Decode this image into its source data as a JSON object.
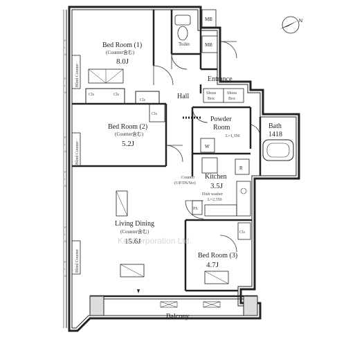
{
  "rooms": {
    "bed1": {
      "name": "Bed Room (1)",
      "note": "(Counter含む)",
      "size": "8.0J"
    },
    "bed2": {
      "name": "Bed Room (2)",
      "note": "(Counter含む)",
      "size": "5.2J"
    },
    "bed3": {
      "name": "Bed Room (3)",
      "size": "4.7J"
    },
    "living": {
      "name": "Living Dining",
      "note": "(Counter含む)",
      "size": "15.6J"
    },
    "kitchen": {
      "name": "Kitchen",
      "size": "3.5J"
    },
    "bath": {
      "name": "Bath",
      "size": "1418"
    },
    "powder": {
      "name": "Powder",
      "name2": "Room",
      "dim": "L=1,350"
    },
    "toilet": {
      "name": "Toilet"
    },
    "hall": {
      "name": "Hall"
    },
    "entrance": {
      "name": "Entrance"
    },
    "balcony": {
      "name": "Balcony"
    }
  },
  "fixtures": {
    "mb1": "MB",
    "mb2": "MB",
    "cls1": "Cls",
    "cls2": "Cls",
    "cls3": "Cls",
    "cls4": "Cls",
    "cls5": "Cls",
    "shoes1": "Shoes",
    "box1": "Box",
    "shoes2": "Shoes",
    "box2": "Box",
    "counter_note": "Counter",
    "counter_sub": "(UP/DS/Sto)",
    "dishwasher": "Dish washer",
    "dishwasher_dim": "L=2,350",
    "ps": "PS",
    "r": "R",
    "wd": "W",
    "blind_counter": "Blind Counter",
    "watermark": "Kei Corporation Ltd."
  }
}
